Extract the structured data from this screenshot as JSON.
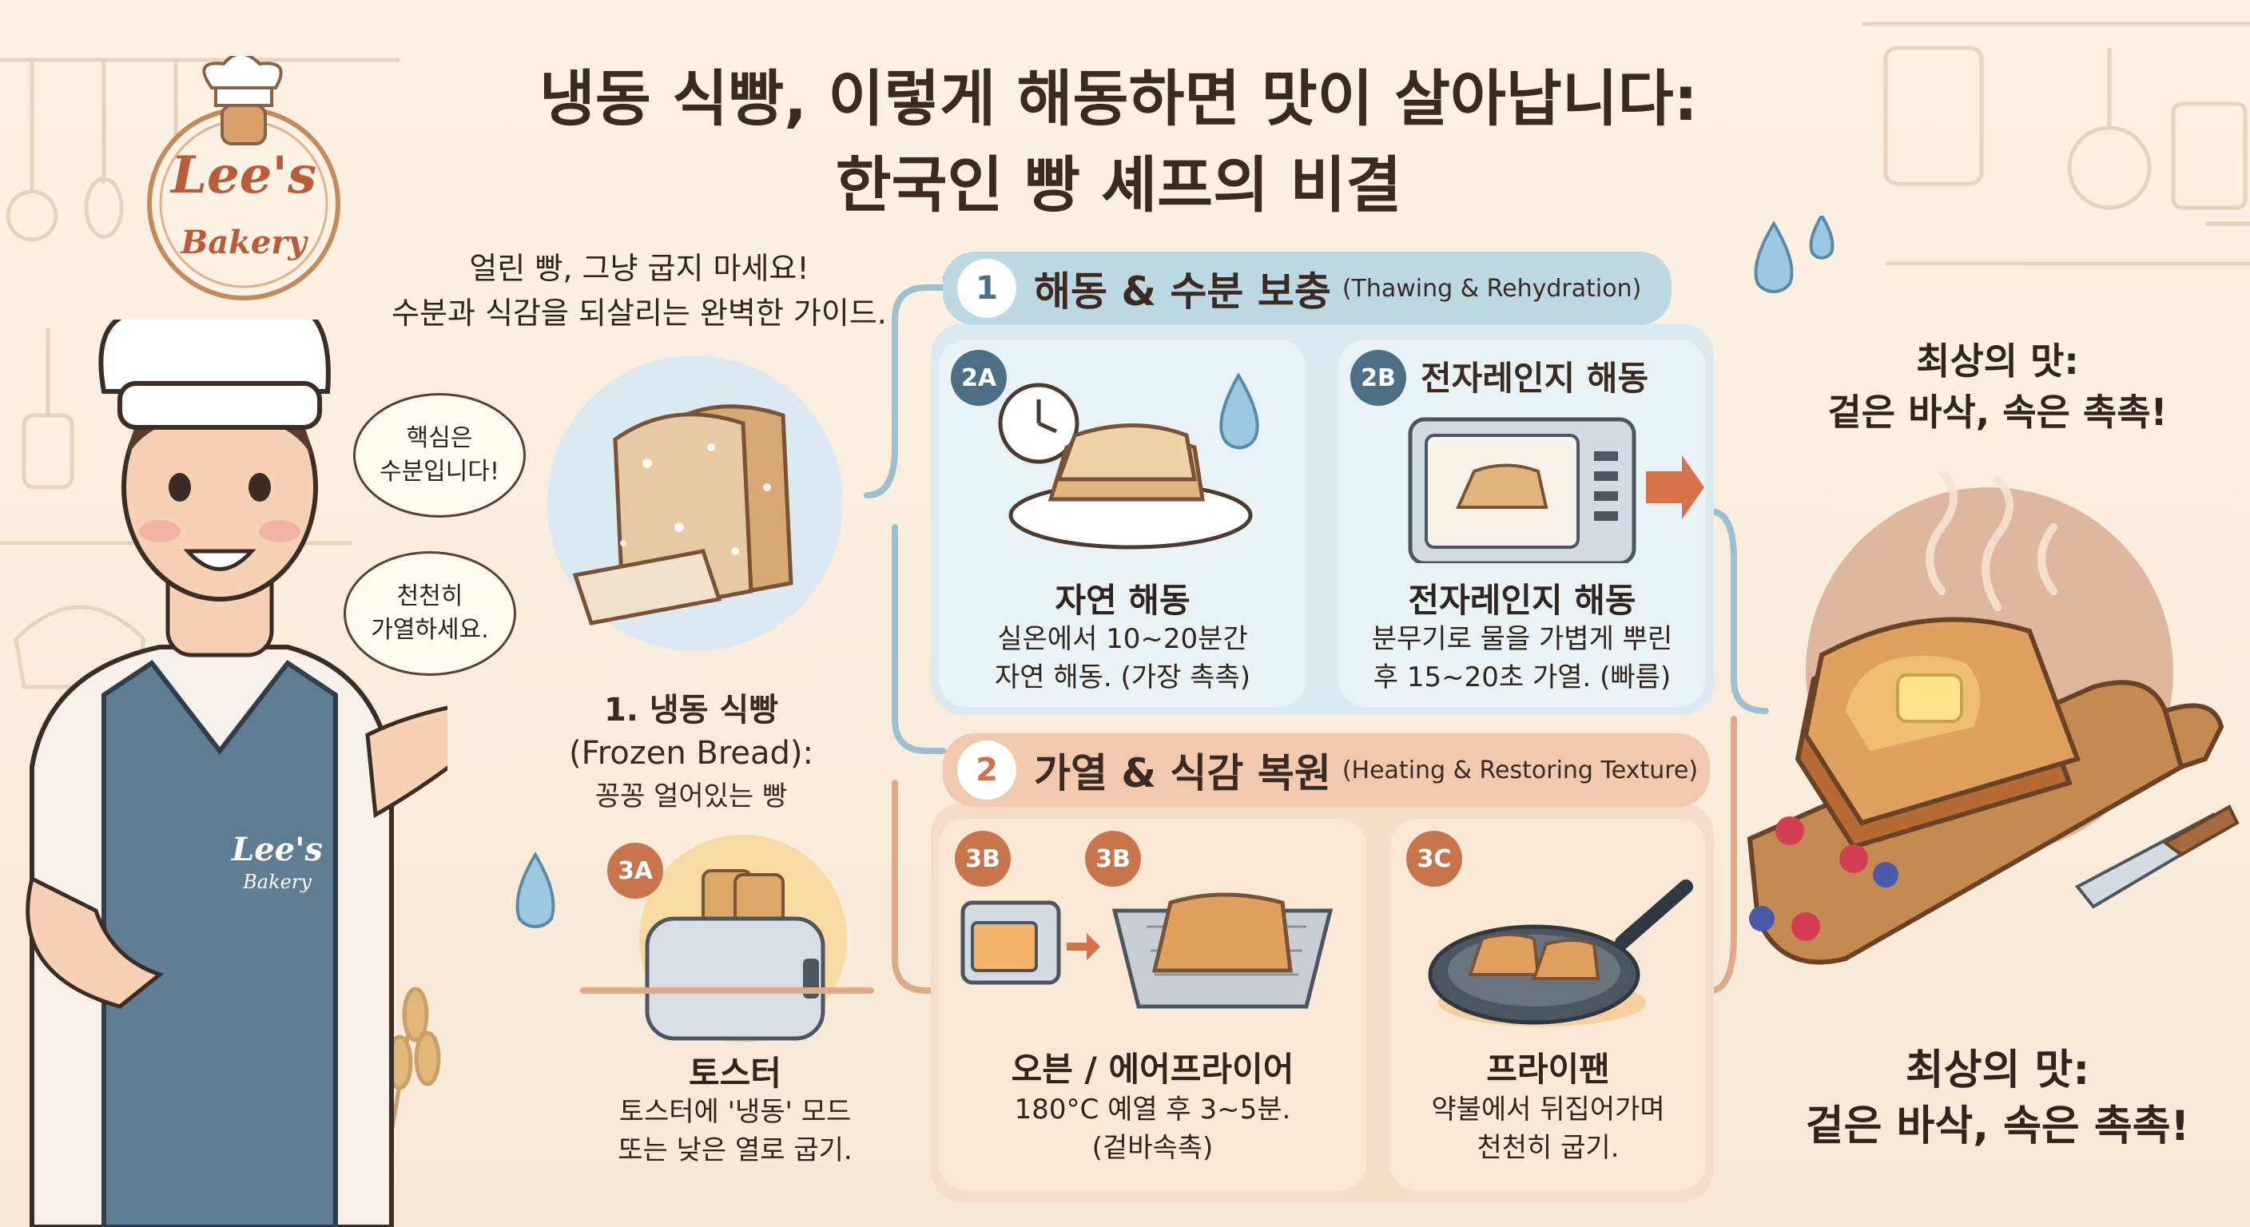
{
  "title": {
    "line1": "냉동 식빵, 이렇게 해동하면 맛이 살아납니다:",
    "line2": "한국인 빵 셰프의 비결"
  },
  "logo": {
    "brand": "Lee's",
    "sub": "Bakery"
  },
  "intro": {
    "line1": "얼린 빵, 그냥 굽지 마세요!",
    "line2": "수분과 식감을 되살리는 완벽한 가이드."
  },
  "chef": {
    "bubble1": {
      "line1": "핵심은",
      "line2": "수분입니다!"
    },
    "bubble2": {
      "line1": "천천히",
      "line2": "가열하세요."
    },
    "apron_brand": "Lee's",
    "apron_sub": "Bakery"
  },
  "frozen": {
    "line1": "1. 냉동 식빵",
    "line2": "(Frozen Bread):",
    "line3": "꽁꽁 얼어있는 빵"
  },
  "toaster": {
    "tag": "3A",
    "title": "토스터",
    "line1": "토스터에 '냉동' 모드",
    "line2": "또는 낮은 열로 굽기."
  },
  "step1": {
    "number": "1",
    "title": "해동 & 수분 보충",
    "subtitle": "(Thawing & Rehydration)",
    "card_a": {
      "tag": "2A",
      "title": "자연 해동",
      "line1": "실온에서 10~20분간",
      "line2": "자연 해동. (가장 촉촉)"
    },
    "card_b": {
      "tag": "2B",
      "header": "전자레인지 해동",
      "title": "전자레인지 해동",
      "line1": "분무기로 물을 가볍게 뿌린",
      "line2": "후 15~20초 가열. (빠름)"
    }
  },
  "step2": {
    "number": "2",
    "title": "가열 & 식감 복원",
    "subtitle": "(Heating & Restoring Texture)",
    "card_a": {
      "tag1": "3B",
      "tag2": "3B",
      "title": "오븐 / 에어프라이어",
      "line1": "180°C 예열 후 3~5분.",
      "line2": "(겉바속촉)"
    },
    "card_b": {
      "tag": "3C",
      "title": "프라이팬",
      "line1": "약불에서 뒤집어가며",
      "line2": "천천히 굽기."
    }
  },
  "best_top": {
    "line1": "최상의 맛:",
    "line2": "겉은 바삭, 속은 촉촉!"
  },
  "best_bottom": {
    "line1": "최상의 맛:",
    "line2": "겉은 바삭, 속은 촉촉!"
  },
  "colors": {
    "blue_header": "#bcd8e2",
    "blue_panel": "#dcebf0",
    "peach_header": "#f0c9ae",
    "peach_panel": "#f6ddc7",
    "blue_num": "#4d6f86",
    "peach_num": "#c8754e",
    "text": "#3a2a22"
  }
}
